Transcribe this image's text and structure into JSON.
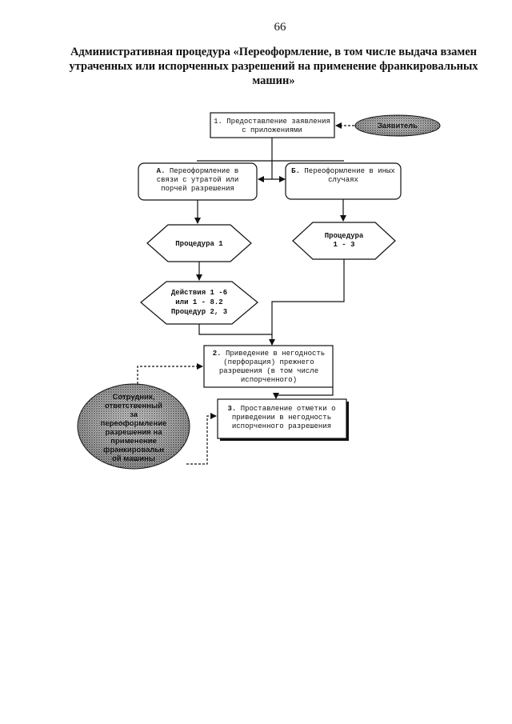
{
  "page_number": "66",
  "title_lines": [
    "Административная процедура «Переоформление, в том числе выдача взамен",
    "утраченных или испорченных разрешений на применение франкировальных",
    "машин»"
  ],
  "nodes": {
    "step1": {
      "lines": [
        "1. Предоставление заявления",
        "с приложениями"
      ]
    },
    "branch_a": {
      "marker": "А.",
      "lines": [
        "Переоформление в",
        "связи с утратой или",
        "порчей разрешения"
      ]
    },
    "branch_b": {
      "marker": "Б.",
      "lines": [
        "Переоформление в иных",
        "случаях"
      ]
    },
    "proc_a": {
      "lines": [
        "Процедура 1"
      ]
    },
    "proc_b": {
      "lines": [
        "Процедура",
        "1 - 3"
      ]
    },
    "actions": {
      "lines": [
        "Действия 1 -6",
        "или 1 - 8.2",
        "Процедур 2, 3"
      ]
    },
    "step2": {
      "marker": "2.",
      "lines": [
        "Приведение в негодность",
        "(перфорация) прежнего",
        "разрешения (в том числе",
        "испорченного)"
      ]
    },
    "step3": {
      "marker": "3.",
      "lines": [
        "Проставление отметки о",
        "приведении в негодность",
        "испорченного разрешения"
      ]
    }
  },
  "actors": {
    "applicant": {
      "label": "Заявитель"
    },
    "employee": {
      "lines": [
        "Сотрудник,",
        "ответственный",
        "за",
        "переоформление",
        "разрешения на",
        "применение",
        "франкировальн",
        "ой машины"
      ]
    }
  }
}
